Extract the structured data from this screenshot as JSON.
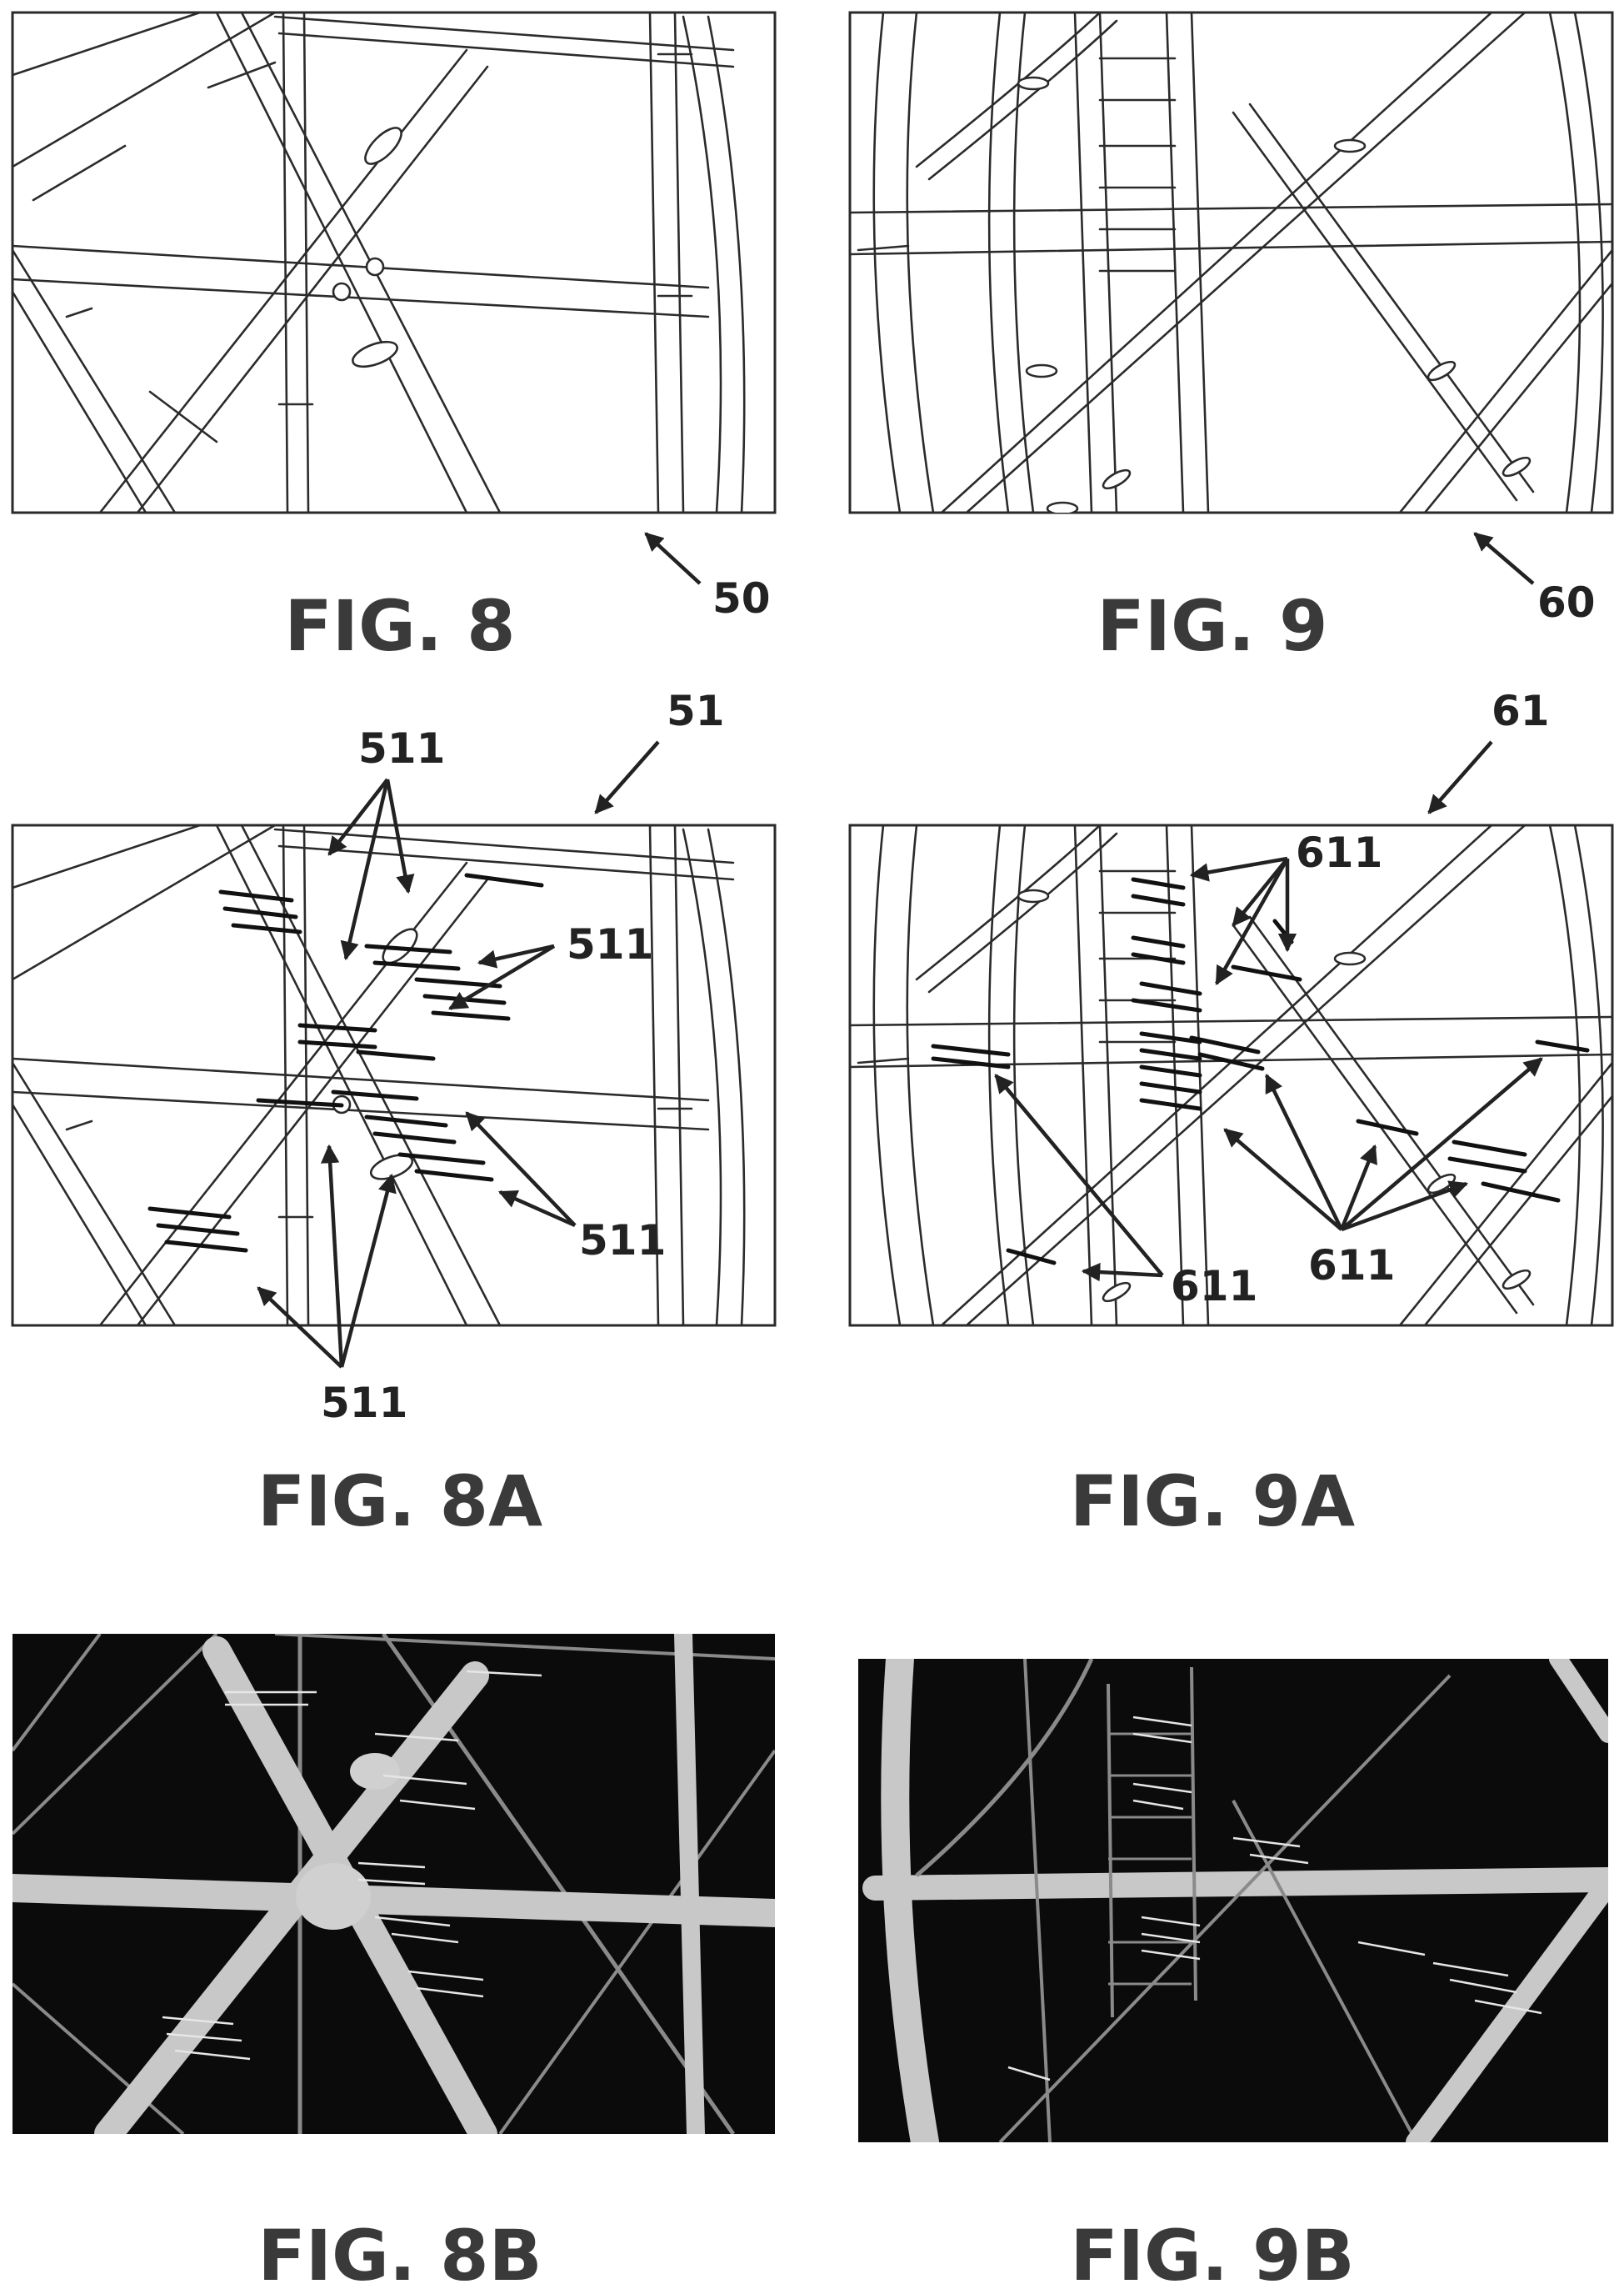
{
  "figures": [
    {
      "id": "fig8",
      "label": "FIG. 8",
      "ref": "50"
    },
    {
      "id": "fig9",
      "label": "FIG. 9",
      "ref": "60"
    },
    {
      "id": "fig8a",
      "label": "FIG. 8A",
      "ref": "51",
      "callouts": [
        "511",
        "511",
        "511",
        "511"
      ]
    },
    {
      "id": "fig9a",
      "label": "FIG. 9A",
      "ref": "61",
      "callouts": [
        "611",
        "611",
        "611"
      ]
    },
    {
      "id": "fig8b",
      "label": "FIG. 8B"
    },
    {
      "id": "fig9b",
      "label": "FIG. 9B"
    }
  ],
  "colors": {
    "line": "#2b2b2b",
    "marker": "#111111",
    "photo_background": "#0b0b0b",
    "photo_pipe": "#c8c8c8",
    "label": "#3a3a3a"
  }
}
